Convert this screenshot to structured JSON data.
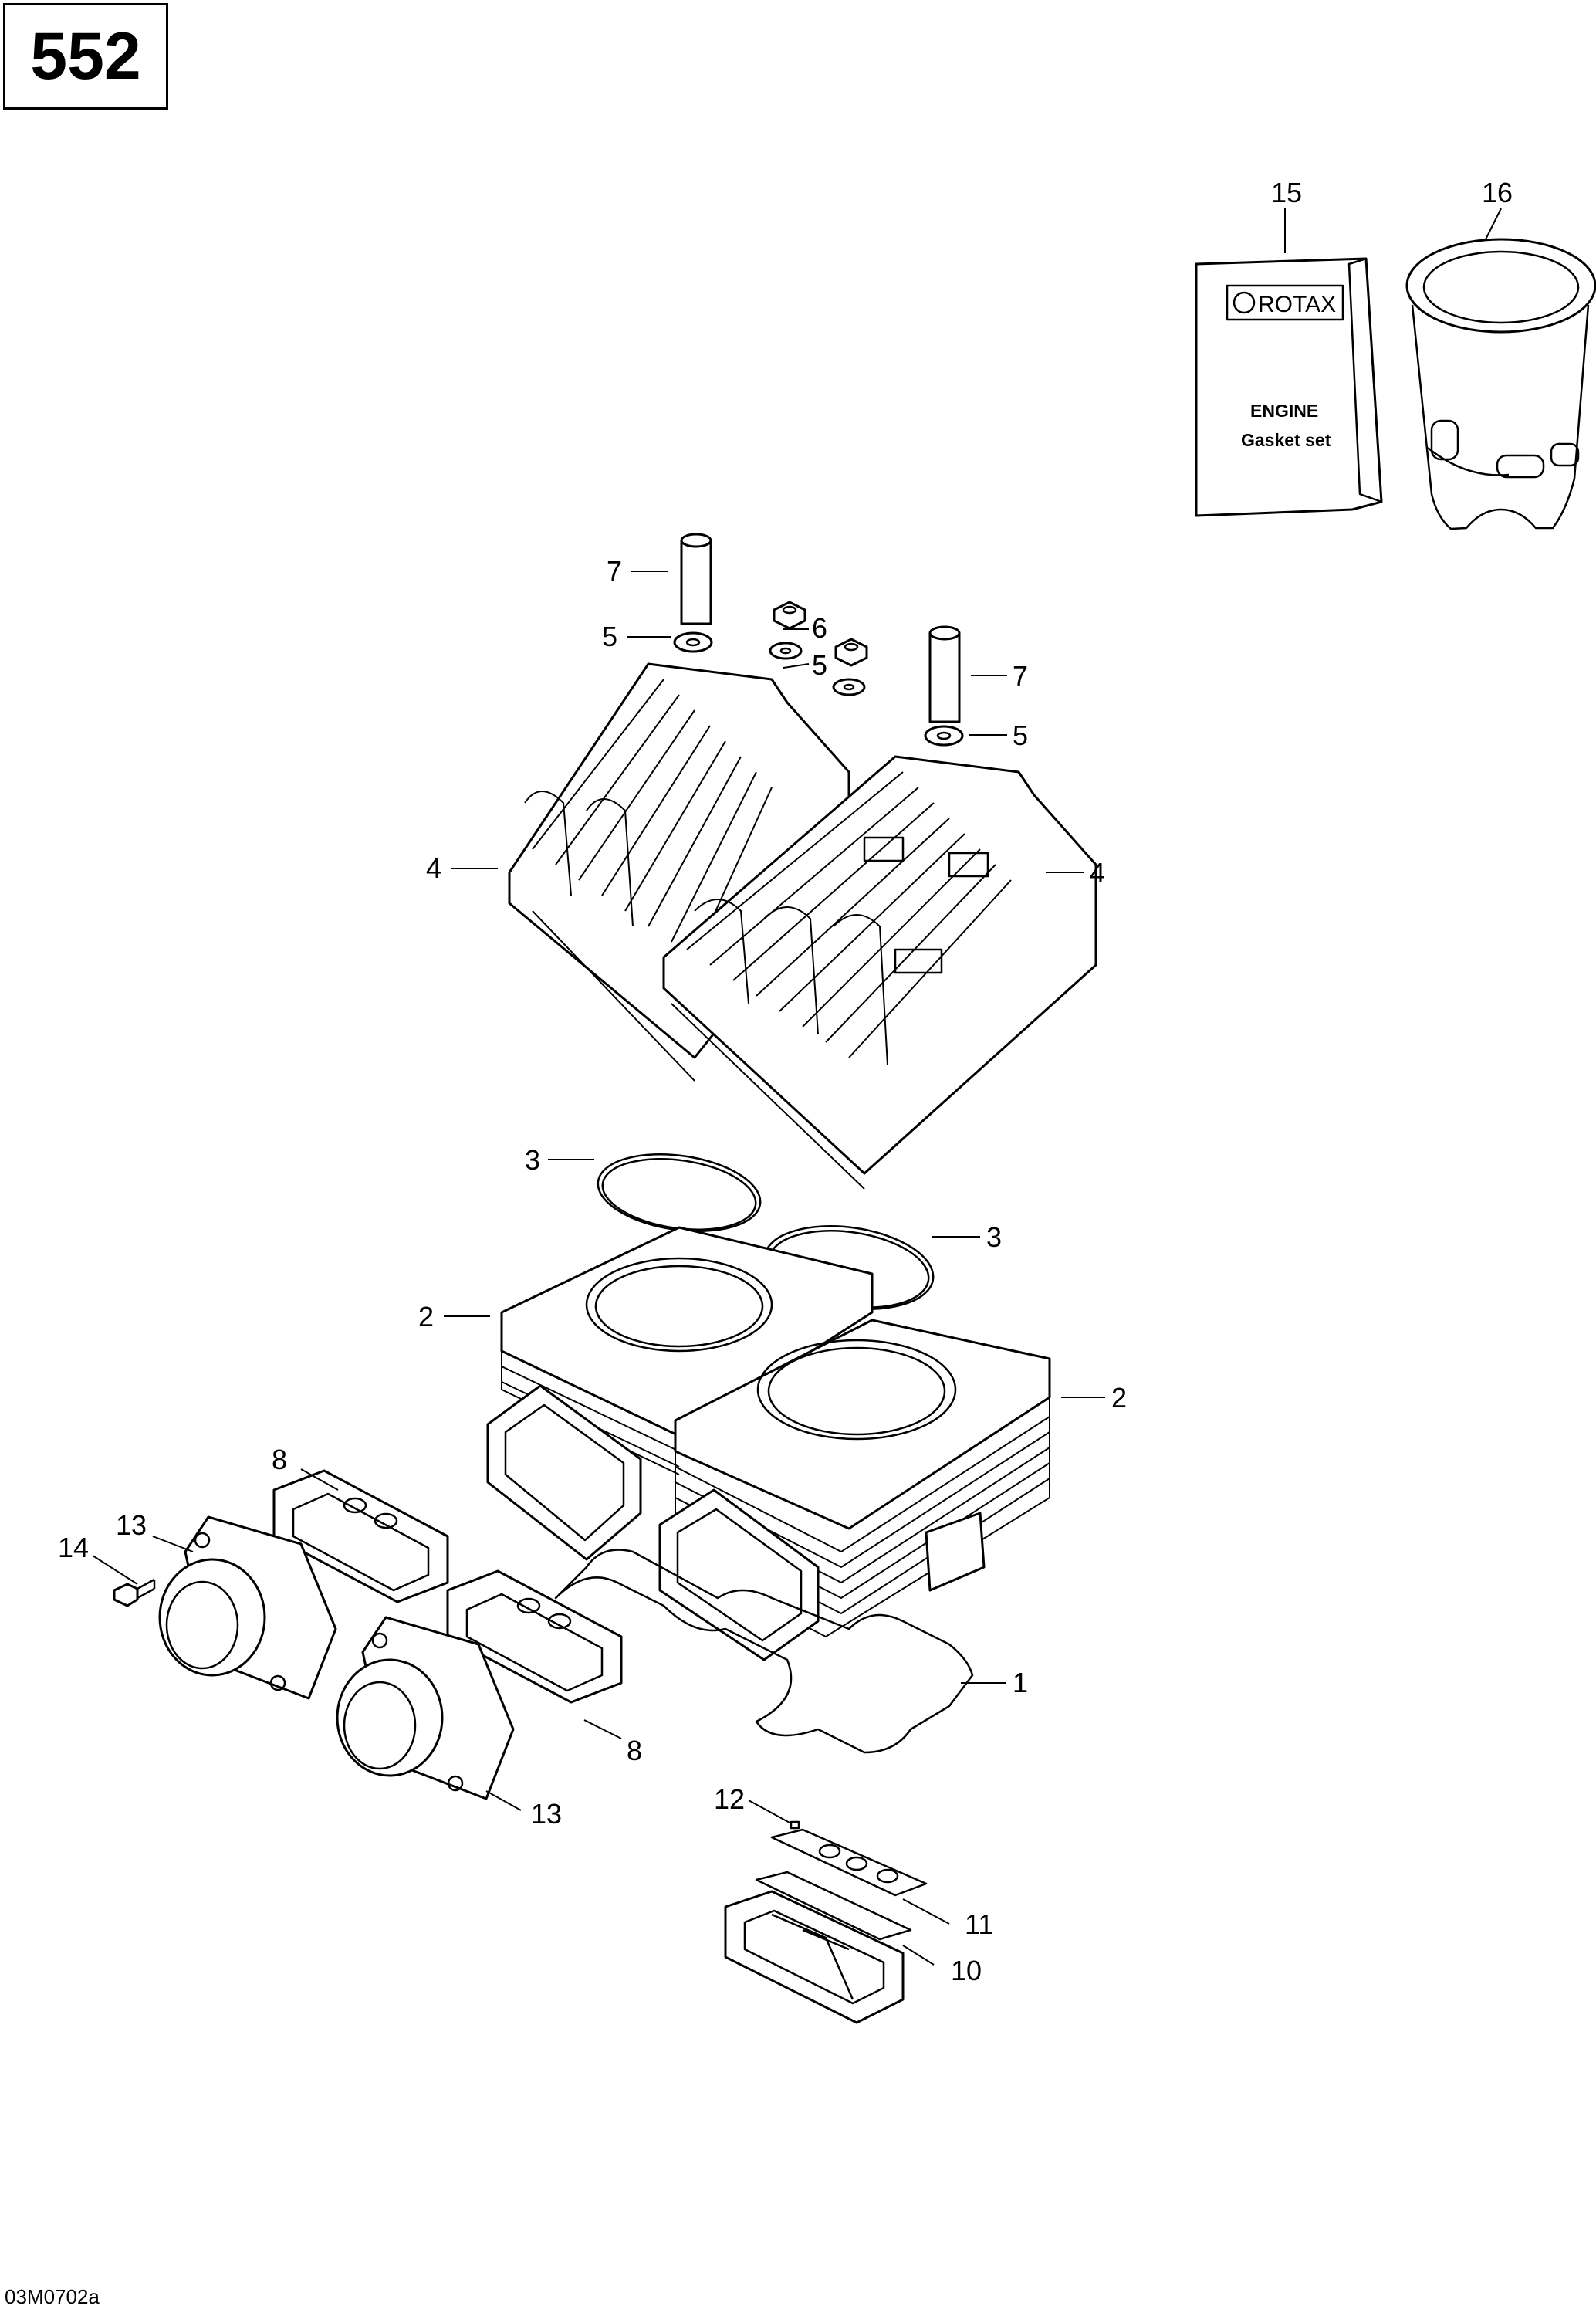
{
  "page": {
    "number": "552",
    "reference_code": "03M0702a"
  },
  "callouts": [
    {
      "id": "c15",
      "label": "15"
    },
    {
      "id": "c16",
      "label": "16"
    },
    {
      "id": "c7a",
      "label": "7"
    },
    {
      "id": "c5a",
      "label": "5"
    },
    {
      "id": "c6",
      "label": "6"
    },
    {
      "id": "c5b",
      "label": "5"
    },
    {
      "id": "c7b",
      "label": "7"
    },
    {
      "id": "c5c",
      "label": "5"
    },
    {
      "id": "c4a",
      "label": "4"
    },
    {
      "id": "c4b",
      "label": "4"
    },
    {
      "id": "c3a",
      "label": "3"
    },
    {
      "id": "c3b",
      "label": "3"
    },
    {
      "id": "c2a",
      "label": "2"
    },
    {
      "id": "c2b",
      "label": "2"
    },
    {
      "id": "c8a",
      "label": "8"
    },
    {
      "id": "c13a",
      "label": "13"
    },
    {
      "id": "c14",
      "label": "14"
    },
    {
      "id": "c1",
      "label": "1"
    },
    {
      "id": "c8b",
      "label": "8"
    },
    {
      "id": "c13b",
      "label": "13"
    },
    {
      "id": "c12",
      "label": "12"
    },
    {
      "id": "c11",
      "label": "11"
    },
    {
      "id": "c10",
      "label": "10"
    }
  ],
  "gasket_set_box": {
    "brand": "ROTAX",
    "line1": "ENGINE",
    "line2": "Gasket  set"
  }
}
